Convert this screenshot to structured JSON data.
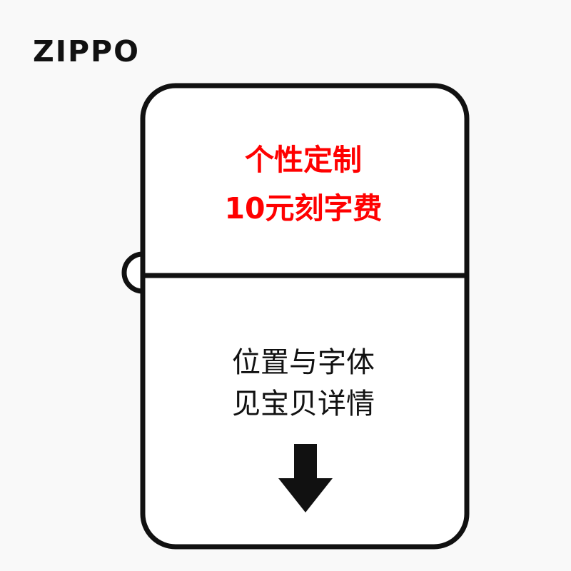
{
  "brand": {
    "name": "ZIPPO"
  },
  "card": {
    "top_section": {
      "line1": "个性定制",
      "line2": "10元刻字费"
    },
    "bottom_section": {
      "line1": "位置与字体",
      "line2": "见宝贝详情"
    },
    "arrow_icon": "arrow-down-icon"
  },
  "colors": {
    "background": "#f9f9f9",
    "outline": "#111111",
    "highlight_text": "#ff0000",
    "body_text": "#111111"
  }
}
